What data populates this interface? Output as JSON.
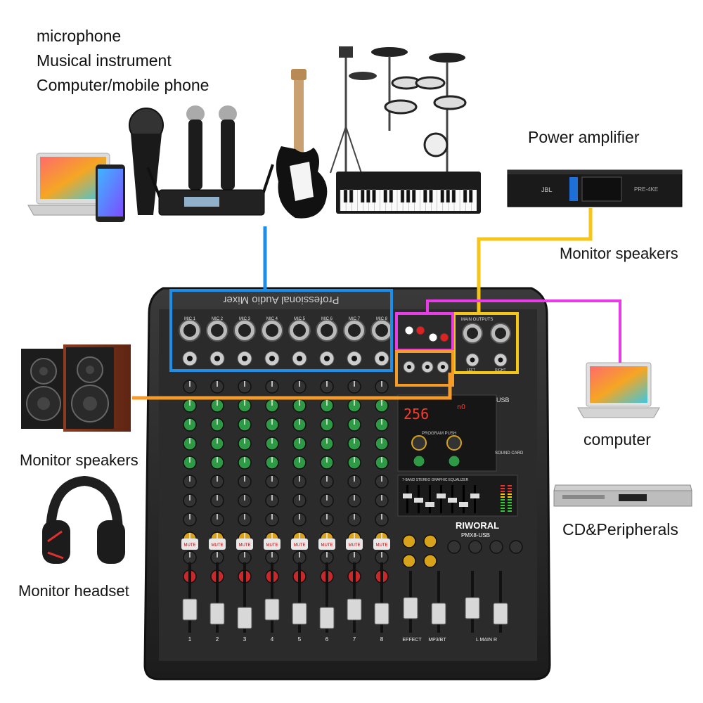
{
  "sources": {
    "line1": "microphone",
    "line2": "Musical instrument",
    "line3": "Computer/mobile phone"
  },
  "labels": {
    "power_amplifier": "Power amplifier",
    "monitor_speakers_top": "Monitor speakers",
    "monitor_speakers_left": "Monitor speakers",
    "monitor_headset": "Monitor headset",
    "computer": "computer",
    "cd_peripherals": "CD&Peripherals"
  },
  "mixer": {
    "header_text": "Professional Audio Mixer",
    "brand": "RIWORAL",
    "model": "PMX8-USB",
    "display": "256",
    "display2": "nO",
    "mic_labels": [
      "MIC 1",
      "MIC 2",
      "MIC 3",
      "MIC 4",
      "MIC 5",
      "MIC 6",
      "MIC 7",
      "MIC 8"
    ],
    "channel_numbers": [
      "1",
      "2",
      "3",
      "4",
      "5",
      "6",
      "7",
      "8"
    ],
    "mute_label": "MUTE",
    "main_outputs": "MAIN OUTPUTS",
    "left": "LEFT",
    "right": "RIGHT",
    "eq_label": "7-BAND STEREO GRAPHIC EQUALIZER",
    "program_push": "PROGRAM PUSH",
    "sound_card": "SOUND CARD",
    "usb": "USB",
    "fader_labels": [
      "EFFECT",
      "MP3/BT",
      "L MAIN R"
    ]
  },
  "amplifier": {
    "brand": "JBL",
    "model": "PRE-4KE"
  },
  "connection_colors": {
    "inputs": "#1e8fe8",
    "main_outputs": "#f5c518",
    "computer_usb": "#e83ce8",
    "monitor_speakers": "#f59b2a"
  }
}
